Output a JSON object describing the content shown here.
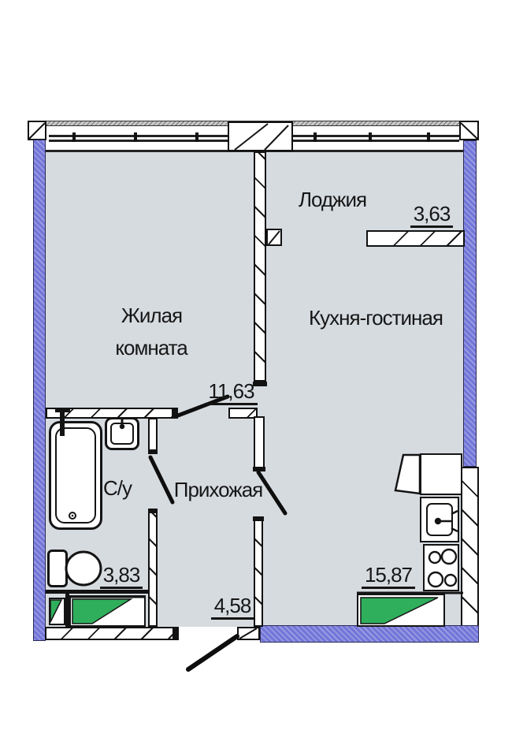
{
  "plan_type": "apartment-floor-plan",
  "rooms": {
    "loggia": {
      "label": "Лоджия",
      "area": "3,63"
    },
    "living": {
      "label_line1": "Жилая",
      "label_line2": "комната",
      "area": "11,63"
    },
    "kitchen": {
      "label": "Кухня-гостиная",
      "area": "15,87"
    },
    "bathroom": {
      "label": "С/у",
      "area": "3,83"
    },
    "hallway": {
      "label": "Прихожая",
      "area": "4,58"
    }
  },
  "colors": {
    "exterior_wall_blue": "#7477d8",
    "room_fill": "#d6dbe0",
    "window_sill_green": "#2fae5c",
    "line": "#141414"
  },
  "icons": [
    "bathtub-icon",
    "bath-sink-icon",
    "toilet-icon",
    "kitchen-sink-icon",
    "stove-icon",
    "fridge-icon",
    "window-band-icon",
    "door-swing-icon"
  ]
}
